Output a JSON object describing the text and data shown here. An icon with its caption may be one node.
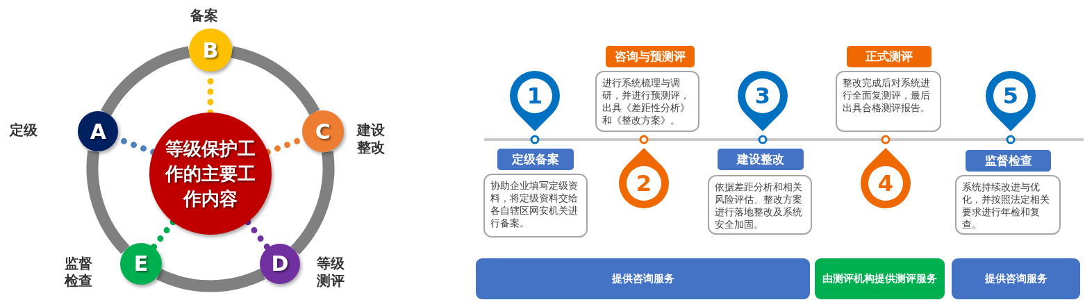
{
  "diagram": {
    "nodes": [
      {
        "text": [
          "等级保护工作的主要工作内容"
        ]
      },
      {
        "text": [
          "A"
        ],
        "beside": [
          "定级"
        ]
      },
      {
        "text": [
          "B"
        ],
        "beside": [
          "备案"
        ]
      },
      {
        "text": [
          "C"
        ],
        "beside": [
          "建设整改"
        ]
      },
      {
        "text": [
          "D"
        ],
        "beside": [
          "等级测评"
        ]
      },
      {
        "text": [
          "E"
        ],
        "beside": [
          "监督检查"
        ]
      },
      {
        "text": [
          "1"
        ]
      },
      {
        "text": [
          "定级备案"
        ]
      },
      {
        "text": [
          "协助企业填写定级资料，将定级资料交给各自辖区网安机关进行备案。"
        ]
      },
      {
        "text": [
          "咨询与预测评"
        ]
      },
      {
        "text": [
          "进行系统梳理与调研，并进行预测评，出具《差距性分析》和《整改方案》。"
        ]
      },
      {
        "text": [
          "2"
        ]
      },
      {
        "text": [
          "3"
        ]
      },
      {
        "text": [
          "建设整改"
        ]
      },
      {
        "text": [
          "依据差距分析和相关风险评估、整改方案进行落地整改及系统安全加固。"
        ]
      },
      {
        "text": [
          "正式测评"
        ]
      },
      {
        "text": [
          "整改完成后对系统进行全面复测评，最后出具合格测评报告。"
        ]
      },
      {
        "text": [
          "4"
        ]
      },
      {
        "text": [
          "5"
        ]
      },
      {
        "text": [
          "监督检查"
        ]
      },
      {
        "text": [
          "系统持续改进与优化，并按照法定相关要求进行年检和复查。"
        ]
      },
      {
        "text": [
          "提供咨询服务"
        ]
      },
      {
        "text": [
          "由测评机构提供测评服务"
        ]
      },
      {
        "text": [
          "提供咨询服务"
        ]
      }
    ],
    "edges": [
      {
        "from": 0,
        "to": 1,
        "arrow": "none",
        "style": "dashed",
        "color": "#4f81bd"
      },
      {
        "from": 0,
        "to": 2,
        "arrow": "none",
        "style": "dashed",
        "color": "#ffc000"
      },
      {
        "from": 0,
        "to": 3,
        "arrow": "none",
        "style": "dashed",
        "color": "#ed7d31"
      },
      {
        "from": 0,
        "to": 4,
        "arrow": "none",
        "style": "dashed",
        "color": "#7030a0"
      },
      {
        "from": 0,
        "to": 5,
        "arrow": "none",
        "style": "dashed",
        "color": "#00b050"
      },
      {
        "from": 1,
        "to": 2,
        "arrow": "none",
        "style": "thick"
      },
      {
        "from": 2,
        "to": 3,
        "arrow": "none",
        "style": "thick"
      },
      {
        "from": 3,
        "to": 4,
        "arrow": "none",
        "style": "thick"
      },
      {
        "from": 4,
        "to": 5,
        "arrow": "none",
        "style": "thick"
      },
      {
        "from": 5,
        "to": 1,
        "arrow": "none",
        "style": "thick"
      }
    ]
  }
}
